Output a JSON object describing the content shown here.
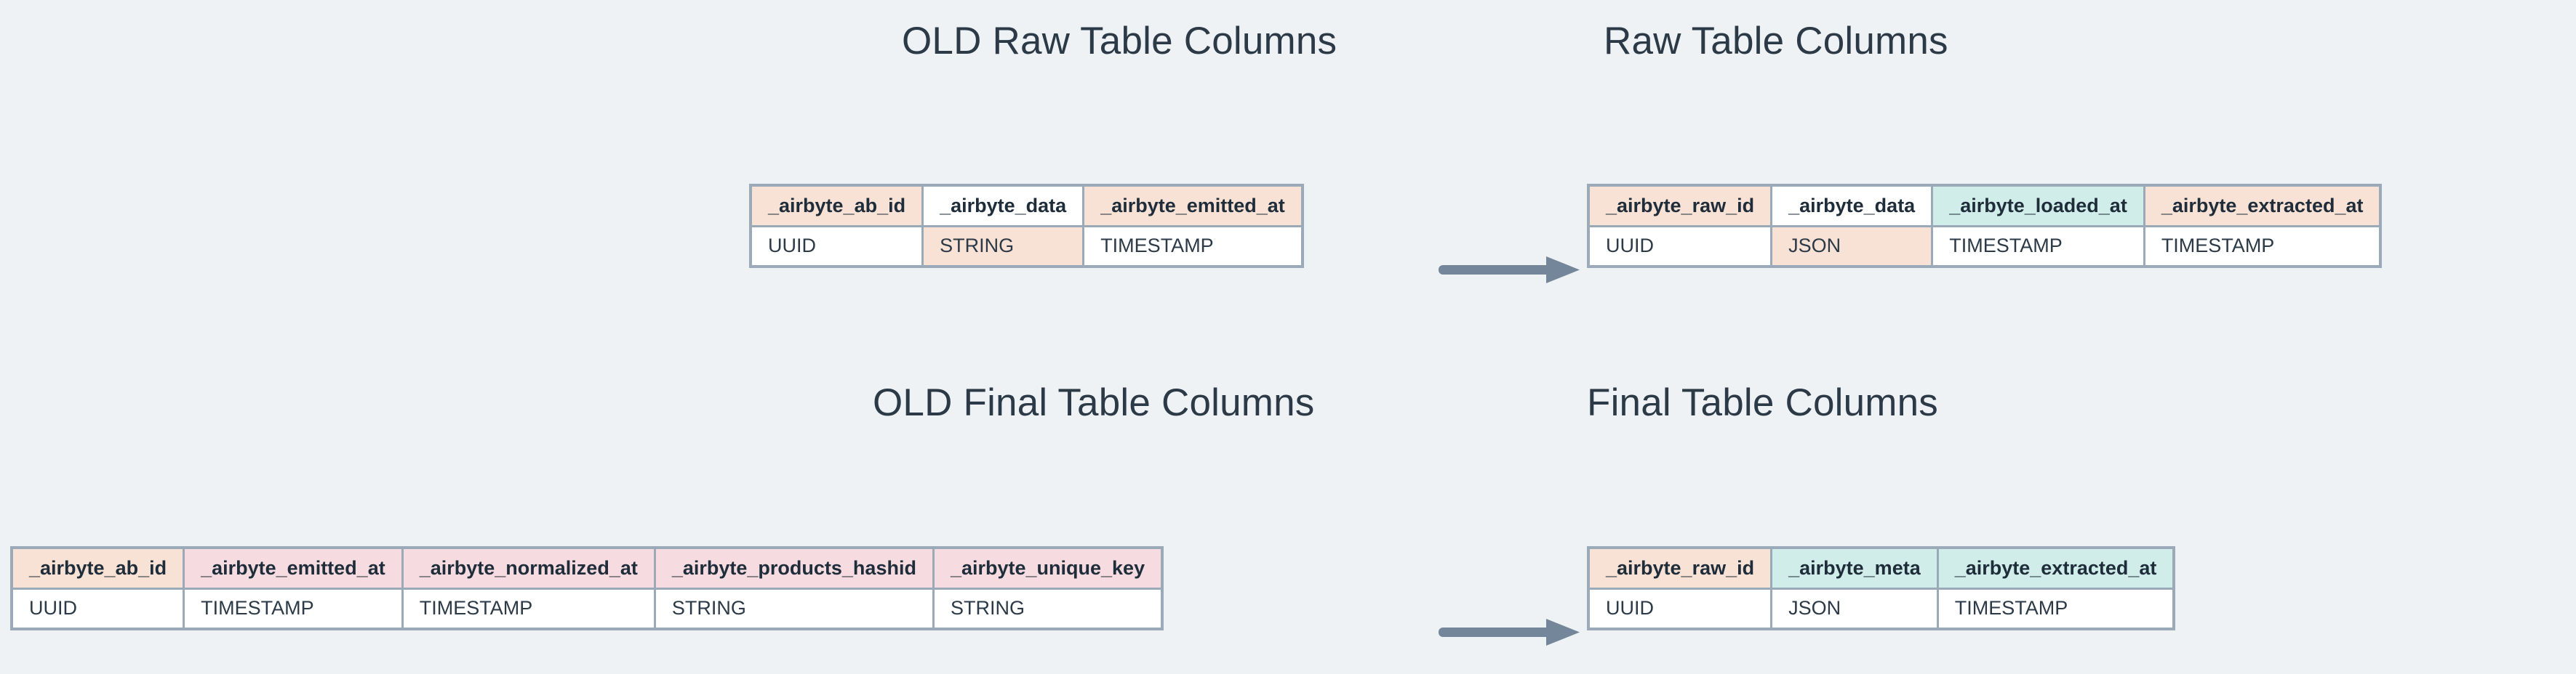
{
  "colors": {
    "background": "#EFF2F5",
    "title_text": "#2C3A47",
    "table_border": "#9AAAB8",
    "peach_highlight": "#F8E2D5",
    "teal_highlight": "#D0EDEA",
    "pink_highlight": "#F6DCE0",
    "arrow": "#748699",
    "cell_text": "#1F2D3A"
  },
  "sections": {
    "old_raw": {
      "title": "OLD Raw Table Columns",
      "table": {
        "columns": [
          {
            "name": "_airbyte_ab_id",
            "type": "UUID",
            "header_fill": "peach",
            "type_fill": "white"
          },
          {
            "name": "_airbyte_data",
            "type": "STRING",
            "header_fill": "white",
            "type_fill": "peach"
          },
          {
            "name": "_airbyte_emitted_at",
            "type": "TIMESTAMP",
            "header_fill": "peach",
            "type_fill": "white"
          }
        ]
      }
    },
    "new_raw": {
      "title": "Raw Table Columns",
      "table": {
        "columns": [
          {
            "name": "_airbyte_raw_id",
            "type": "UUID",
            "header_fill": "peach",
            "type_fill": "white"
          },
          {
            "name": "_airbyte_data",
            "type": "JSON",
            "header_fill": "white",
            "type_fill": "peach"
          },
          {
            "name": "_airbyte_loaded_at",
            "type": "TIMESTAMP",
            "header_fill": "teal",
            "type_fill": "white"
          },
          {
            "name": "_airbyte_extracted_at",
            "type": "TIMESTAMP",
            "header_fill": "peach",
            "type_fill": "white"
          }
        ]
      }
    },
    "old_final": {
      "title": "OLD Final Table Columns",
      "table": {
        "columns": [
          {
            "name": "_airbyte_ab_id",
            "type": "UUID",
            "header_fill": "peach",
            "type_fill": "white"
          },
          {
            "name": "_airbyte_emitted_at",
            "type": "TIMESTAMP",
            "header_fill": "pink",
            "type_fill": "white"
          },
          {
            "name": "_airbyte_normalized_at",
            "type": "TIMESTAMP",
            "header_fill": "pink",
            "type_fill": "white"
          },
          {
            "name": "_airbyte_products_hashid",
            "type": "STRING",
            "header_fill": "pink",
            "type_fill": "white"
          },
          {
            "name": "_airbyte_unique_key",
            "type": "STRING",
            "header_fill": "pink",
            "type_fill": "white"
          }
        ]
      }
    },
    "new_final": {
      "title": "Final Table Columns",
      "table": {
        "columns": [
          {
            "name": "_airbyte_raw_id",
            "type": "UUID",
            "header_fill": "peach",
            "type_fill": "white"
          },
          {
            "name": "_airbyte_meta",
            "type": "JSON",
            "header_fill": "teal",
            "type_fill": "white"
          },
          {
            "name": "_airbyte_extracted_at",
            "type": "TIMESTAMP",
            "header_fill": "teal",
            "type_fill": "white"
          }
        ]
      }
    }
  },
  "arrows": [
    {
      "id": "arrow-raw",
      "from": "old_raw",
      "to": "new_raw",
      "direction": "right"
    },
    {
      "id": "arrow-final",
      "from": "old_final",
      "to": "new_final",
      "direction": "right"
    }
  ]
}
